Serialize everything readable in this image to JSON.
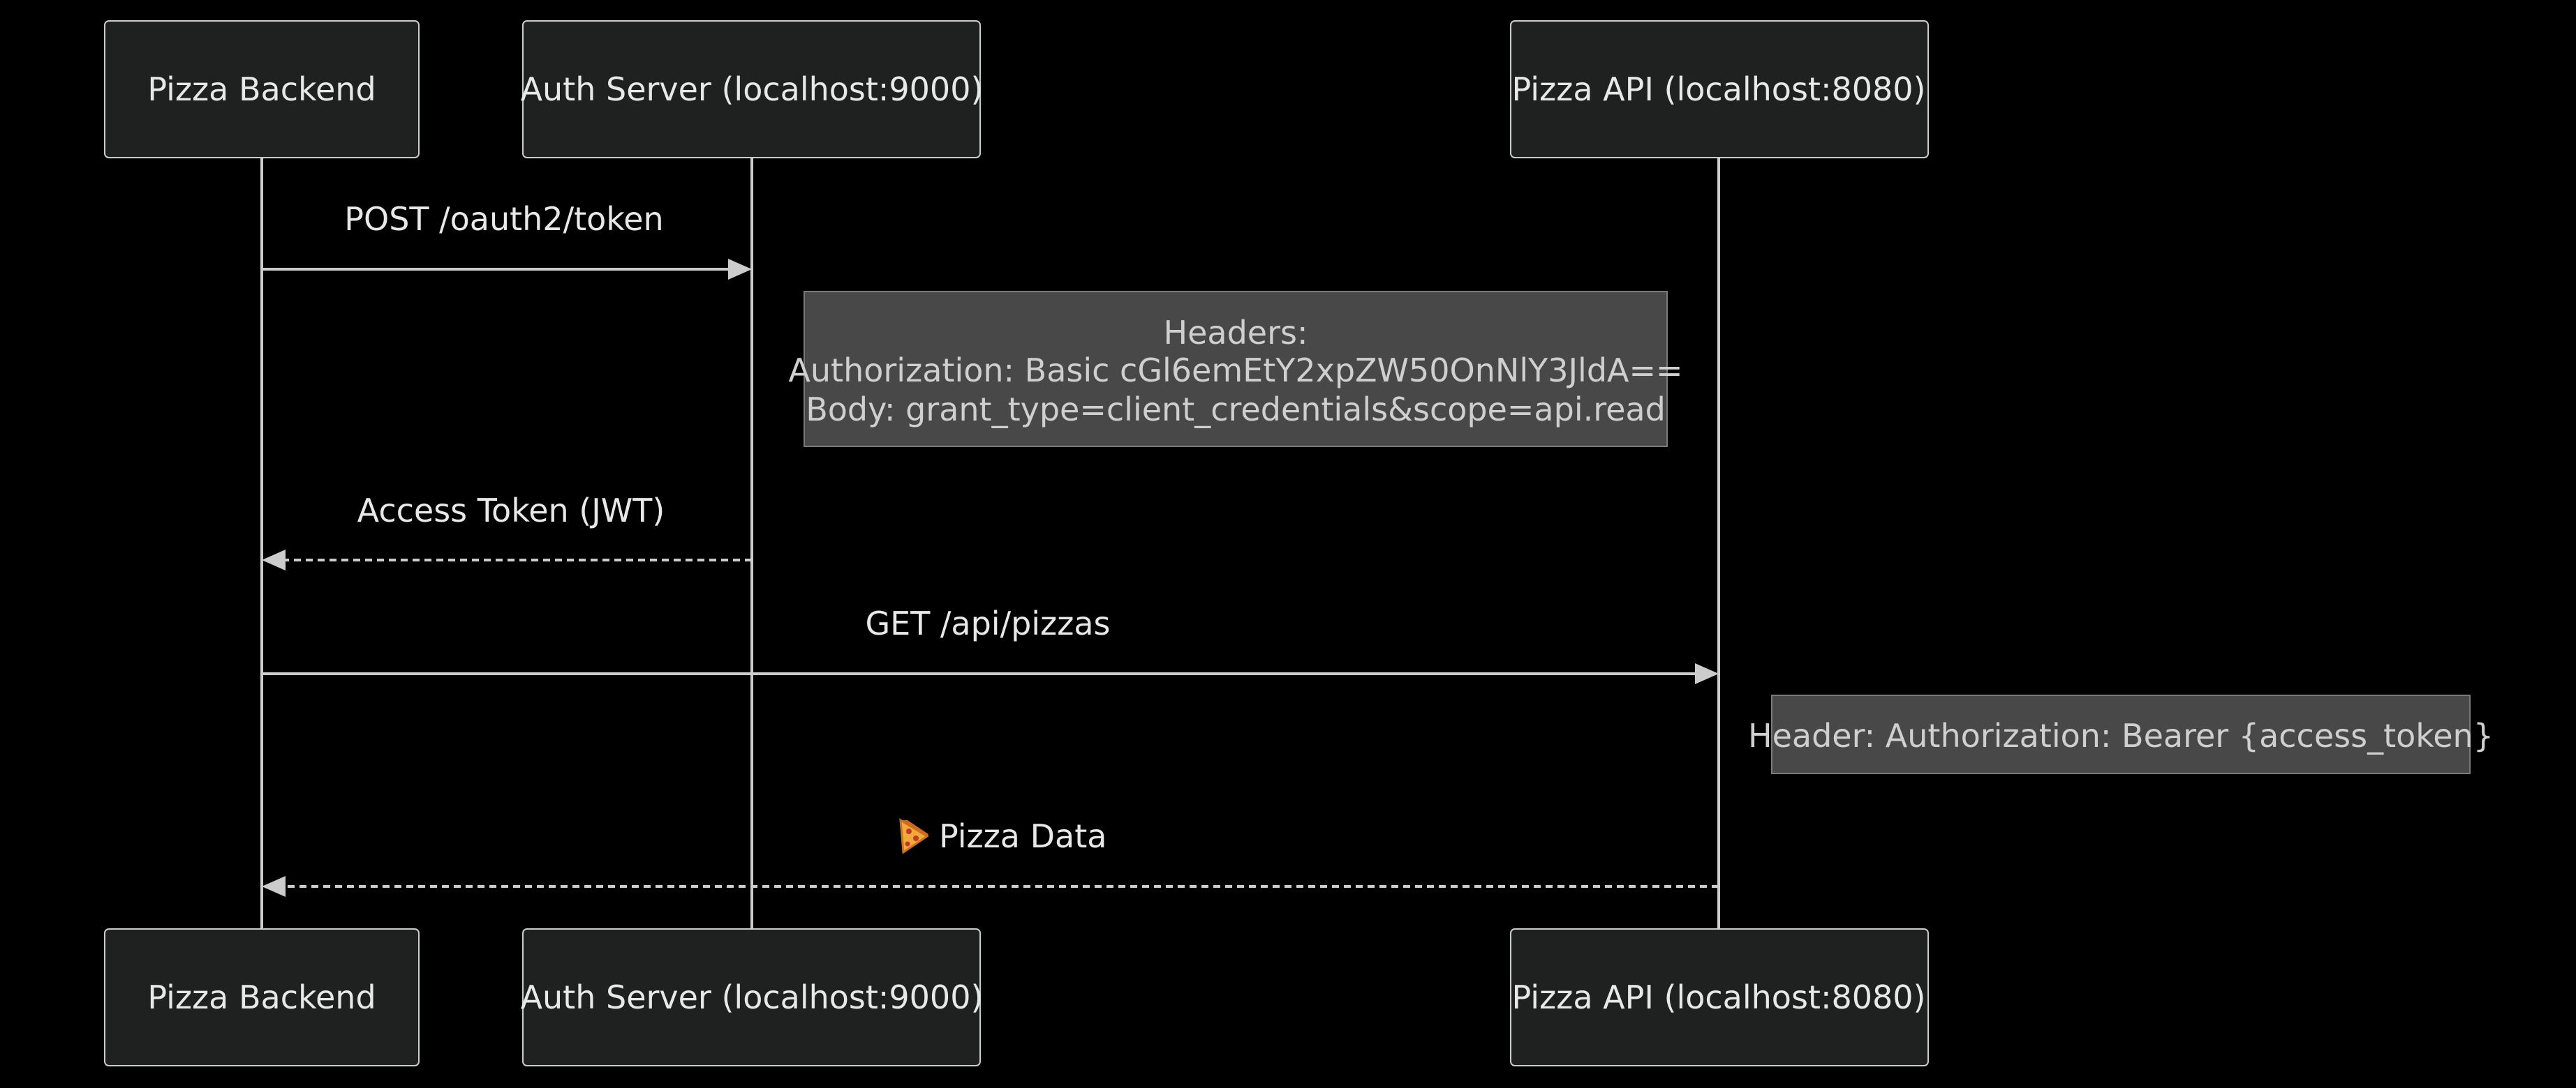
{
  "participants": [
    {
      "id": "backend",
      "label": "Pizza Backend"
    },
    {
      "id": "auth",
      "label": "Auth Server (localhost:9000)"
    },
    {
      "id": "api",
      "label": "Pizza API (localhost:8080)"
    }
  ],
  "messages": [
    {
      "id": "token-request",
      "from": "backend",
      "to": "auth",
      "label": "POST /oauth2/token",
      "style": "solid"
    },
    {
      "id": "token-response",
      "from": "auth",
      "to": "backend",
      "label": "Access Token (JWT)",
      "style": "dashed"
    },
    {
      "id": "pizzas-request",
      "from": "backend",
      "to": "api",
      "label": "GET /api/pizzas",
      "style": "solid"
    },
    {
      "id": "pizzas-response",
      "from": "api",
      "to": "backend",
      "label": "Pizza Data",
      "icon": "🍕",
      "style": "dashed"
    }
  ],
  "notes": [
    {
      "id": "token-request-note",
      "position": "right-of-auth",
      "lines": [
        "Headers:",
        "Authorization: Basic cGl6emEtY2xpZW50OnNlY3JldA==",
        "Body: grant_type=client_credentials&scope=api.read"
      ]
    },
    {
      "id": "pizzas-request-note",
      "position": "right-of-api",
      "lines": [
        "Header: Authorization: Bearer {access_token}"
      ]
    }
  ],
  "colors": {
    "background": "#000000",
    "actor_fill": "#1f2020",
    "line": "#cccccc",
    "note_fill": "#484848",
    "text": "#e8e8e8"
  }
}
